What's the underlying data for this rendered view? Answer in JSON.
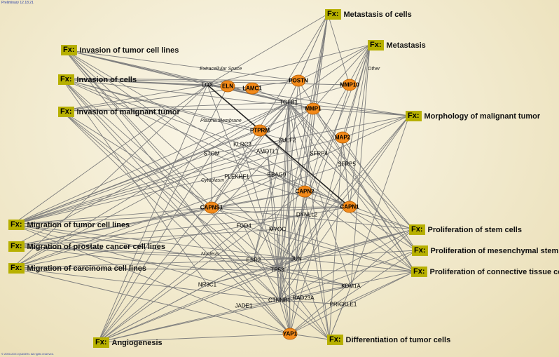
{
  "header": {
    "version": "Preliminary 12.18.21"
  },
  "footer": {
    "copyright": "© 2000-2021 QIAGEN. All rights reserved."
  },
  "fx_badge": "Fx:",
  "functions": [
    {
      "id": "f1",
      "label": "Metastasis of cells"
    },
    {
      "id": "f2",
      "label": "Metastasis"
    },
    {
      "id": "f3",
      "label": "Invasion of tumor cell lines"
    },
    {
      "id": "f4",
      "label": "Invasion of cells"
    },
    {
      "id": "f5",
      "label": "Invasion of malignant tumor"
    },
    {
      "id": "f6",
      "label": "Morphology of malignant tumor"
    },
    {
      "id": "f7",
      "label": "Migration of tumor cell lines"
    },
    {
      "id": "f8",
      "label": "Migration of prostate cancer cell lines"
    },
    {
      "id": "f9",
      "label": "Migration of carcinoma cell lines"
    },
    {
      "id": "f10",
      "label": "Proliferation of stem cells"
    },
    {
      "id": "f11",
      "label": "Proliferation of mesenchymal stem cells"
    },
    {
      "id": "f12",
      "label": "Proliferation of connective tissue cells"
    },
    {
      "id": "f13",
      "label": "Angiogenesis"
    },
    {
      "id": "f14",
      "label": "Differentiation of tumor cells"
    }
  ],
  "locations": [
    "Extracellular Space",
    "Other",
    "Plasma Membrane",
    "Cytoplasm",
    "Nucleus"
  ],
  "genes": [
    {
      "id": "LOX",
      "label": "LOX",
      "hl": false
    },
    {
      "id": "ELN",
      "label": "ELN",
      "hl": true
    },
    {
      "id": "LAMC1",
      "label": "LAMC1",
      "hl": true
    },
    {
      "id": "POSTN",
      "label": "POSTN",
      "hl": true
    },
    {
      "id": "MMP10",
      "label": "MMP10",
      "hl": true
    },
    {
      "id": "TGFB1",
      "label": "TGFB1",
      "hl": false
    },
    {
      "id": "MMP1",
      "label": "MMP1",
      "hl": true
    },
    {
      "id": "PTPRM",
      "label": "PTPRM",
      "hl": true
    },
    {
      "id": "SULF2",
      "label": "SULF2",
      "hl": false
    },
    {
      "id": "MAP2",
      "label": "MAP2",
      "hl": true
    },
    {
      "id": "KLRC3",
      "label": "KLRC3",
      "hl": false
    },
    {
      "id": "AMOTL1",
      "label": "AMOTL1",
      "hl": false
    },
    {
      "id": "SFRP4",
      "label": "SFRP4",
      "hl": false
    },
    {
      "id": "SFRP5",
      "label": "SFRP5",
      "hl": false
    },
    {
      "id": "STOM",
      "label": "STOM",
      "hl": false
    },
    {
      "id": "PLEKHF1",
      "label": "PLEKHF1",
      "hl": false
    },
    {
      "id": "EBAG9",
      "label": "EBAG9",
      "hl": false
    },
    {
      "id": "CAPN2",
      "label": "CAPN2",
      "hl": true
    },
    {
      "id": "CAPNS1",
      "label": "CAPNS1",
      "hl": true
    },
    {
      "id": "CAPN1",
      "label": "CAPN1",
      "hl": true
    },
    {
      "id": "DYNLL2",
      "label": "DYNLL2",
      "hl": false
    },
    {
      "id": "FGD4",
      "label": "FGD4",
      "hl": false
    },
    {
      "id": "MYOC",
      "label": "MYOC",
      "hl": false
    },
    {
      "id": "ESR2",
      "label": "ESR2",
      "hl": false
    },
    {
      "id": "JUN",
      "label": "JUN",
      "hl": false
    },
    {
      "id": "TP53",
      "label": "TP53",
      "hl": false
    },
    {
      "id": "NR3C1",
      "label": "NR3C1",
      "hl": false
    },
    {
      "id": "KDM1A",
      "label": "KDM1A",
      "hl": false
    },
    {
      "id": "JADE1",
      "label": "JADE1",
      "hl": false
    },
    {
      "id": "CTNNB1",
      "label": "CTNNB1",
      "hl": false
    },
    {
      "id": "RAD23A",
      "label": "RAD23A",
      "hl": false
    },
    {
      "id": "PRICKLE1",
      "label": "PRICKLE1",
      "hl": false
    },
    {
      "id": "YAP1",
      "label": "YAP1",
      "hl": true
    }
  ],
  "colors": {
    "node": "#f28a1a",
    "node_stroke": "#b35a00",
    "edge": "#7d7d7d",
    "badge": "#b7b000",
    "background": "#f3ecd2"
  }
}
